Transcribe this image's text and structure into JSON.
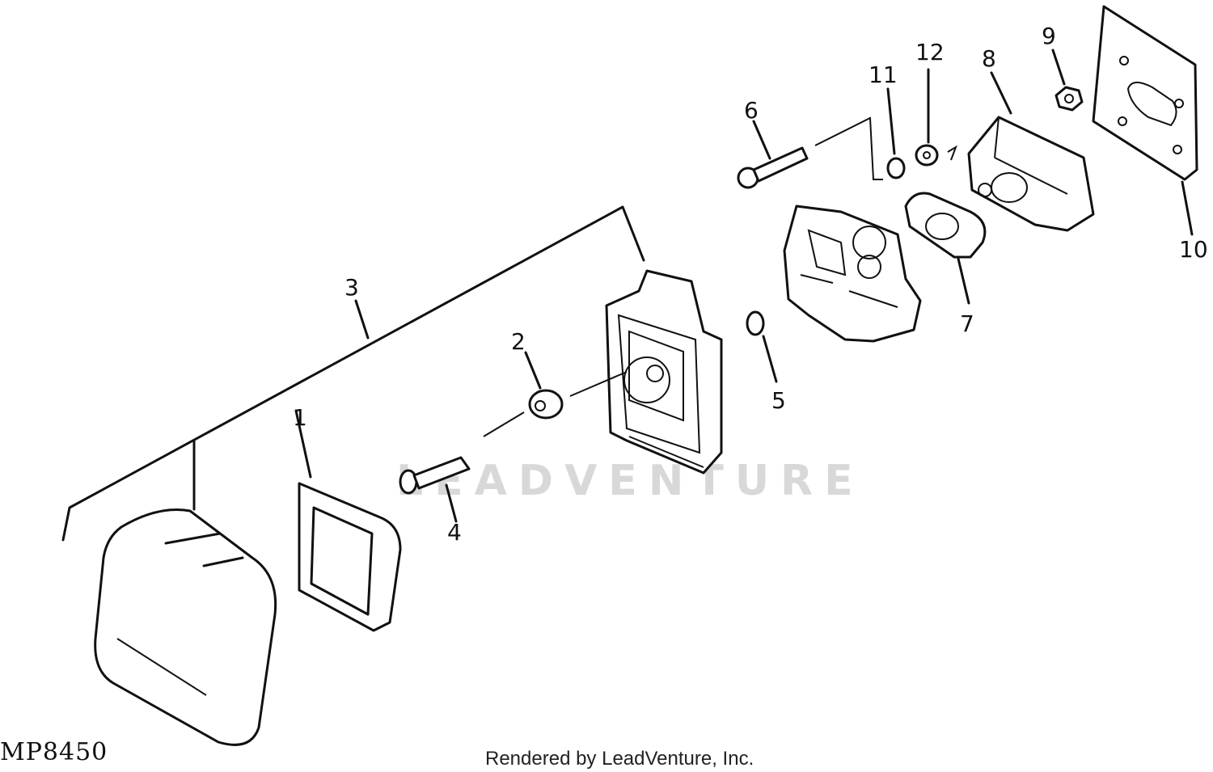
{
  "figure_id": "MP8450",
  "footer": "Rendered by LeadVenture, Inc.",
  "watermark": "LEADVENTURE",
  "callouts": [
    "1",
    "2",
    "3",
    "4",
    "5",
    "6",
    "7",
    "8",
    "9",
    "10",
    "11",
    "12"
  ]
}
